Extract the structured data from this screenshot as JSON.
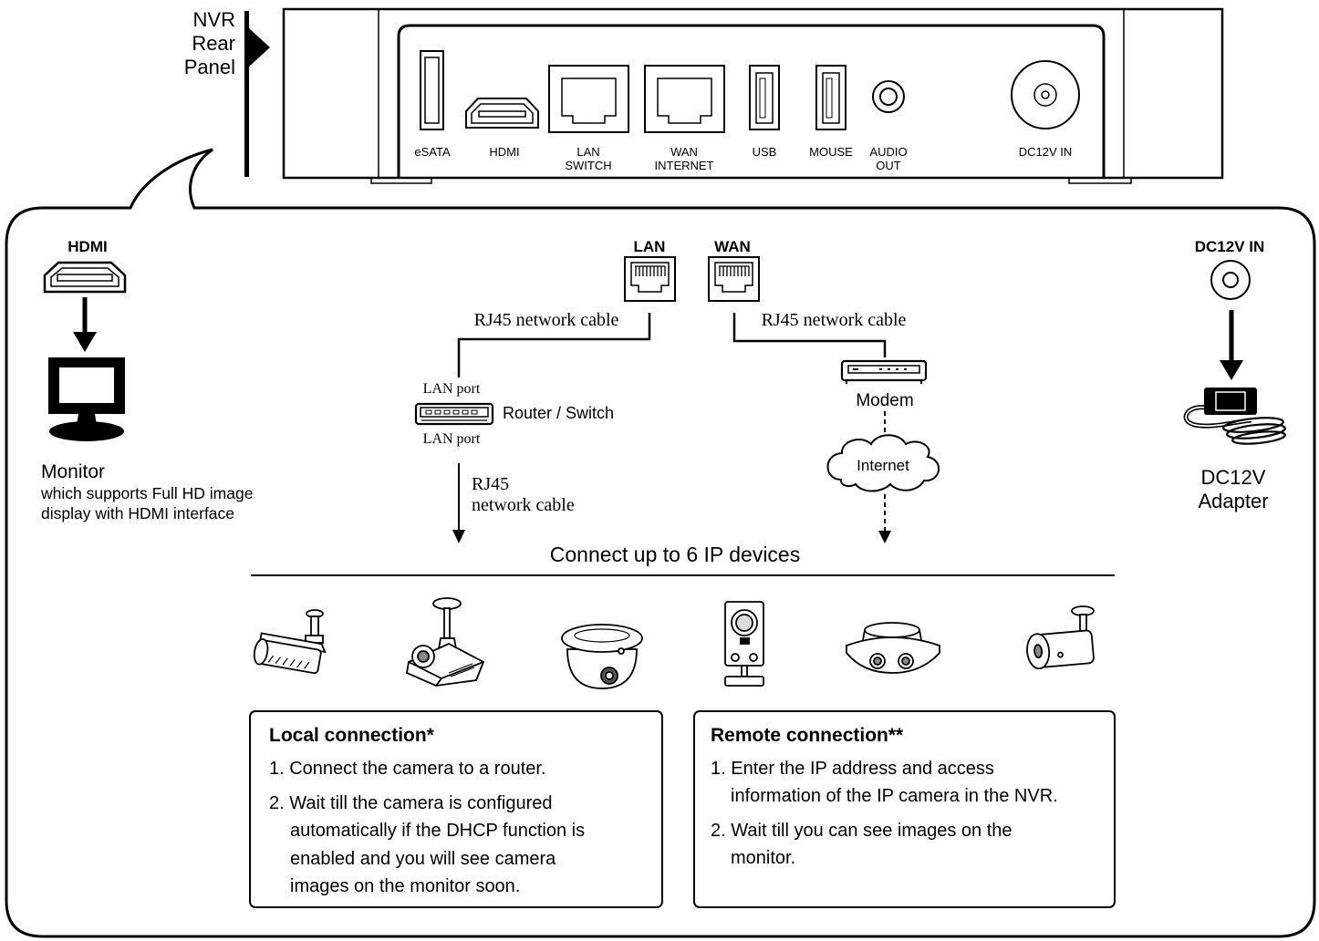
{
  "nvr_label": [
    "NVR",
    "Rear",
    "Panel"
  ],
  "rear_panel_ports": {
    "esata": "eSATA",
    "hdmi": "HDMI",
    "lan": [
      "LAN",
      "SWITCH"
    ],
    "wan": [
      "WAN",
      "INTERNET"
    ],
    "usb": "USB",
    "mouse": "MOUSE",
    "audio": [
      "AUDIO",
      "OUT"
    ],
    "power": "DC12V IN"
  },
  "hdmi": {
    "heading": "HDMI",
    "monitor_title": "Monitor",
    "monitor_desc": [
      "which supports Full HD image",
      "display with HDMI interface"
    ]
  },
  "network": {
    "lan_heading": "LAN",
    "wan_heading": "WAN",
    "lan_cable": "RJ45 network cable",
    "wan_cable": "RJ45 network cable",
    "router_port_top": "LAN port",
    "router": "Router / Switch",
    "router_port_bottom": "LAN port",
    "device_cable": [
      "RJ45",
      "network cable"
    ],
    "modem": "Modem",
    "internet": "Internet"
  },
  "power": {
    "heading": "DC12V IN",
    "adapter": [
      "DC12V",
      "Adapter"
    ]
  },
  "devices": {
    "title": "Connect up to 6 IP devices"
  },
  "local_connection": {
    "title": "Local connection*",
    "lines": [
      "1. Connect the camera to a router.",
      "2. Wait till the camera is configured",
      "automatically if the DHCP function is",
      "enabled and you will see camera",
      "images on the monitor soon."
    ]
  },
  "remote_connection": {
    "title": "Remote connection**",
    "lines": [
      "1. Enter the IP address and access",
      "information of the IP camera in the NVR.",
      "2. Wait till you can see images on the",
      "monitor."
    ]
  },
  "icons": {
    "rear_ports": [
      "esata-port-icon",
      "hdmi-port-icon",
      "lan-port-icon",
      "wan-port-icon",
      "usb-port-icon",
      "mouse-port-icon",
      "audio-jack-icon",
      "dc-power-jack-icon"
    ],
    "connections": [
      "hdmi-port-icon",
      "monitor-icon",
      "rj45-jack-icon",
      "router-icon",
      "modem-icon",
      "cloud-icon",
      "power-jack-icon",
      "power-adapter-icon"
    ],
    "cameras": [
      "bullet-camera-icon",
      "box-camera-icon",
      "dome-camera-icon",
      "cube-camera-icon",
      "panoramic-camera-icon",
      "bullet-ceiling-camera-icon"
    ]
  },
  "colors": {
    "ink": "#000000",
    "paper": "#ffffff"
  }
}
